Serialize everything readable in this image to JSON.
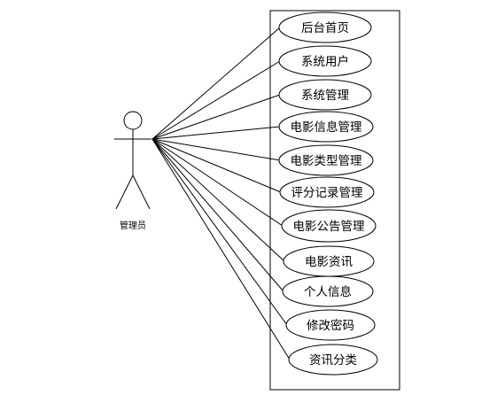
{
  "actor": {
    "label": "管理员"
  },
  "use_cases": [
    {
      "id": "uc-home",
      "label": "后台首页"
    },
    {
      "id": "uc-sys-users",
      "label": "系统用户"
    },
    {
      "id": "uc-sys-manage",
      "label": "系统管理"
    },
    {
      "id": "uc-movie-info",
      "label": "电影信息管理"
    },
    {
      "id": "uc-movie-type",
      "label": "电影类型管理"
    },
    {
      "id": "uc-rating-records",
      "label": "评分记录管理"
    },
    {
      "id": "uc-movie-notice",
      "label": "电影公告管理"
    },
    {
      "id": "uc-movie-news",
      "label": "电影资讯"
    },
    {
      "id": "uc-personal-info",
      "label": "个人信息"
    },
    {
      "id": "uc-change-password",
      "label": "修改密码"
    },
    {
      "id": "uc-news-category",
      "label": "资讯分类"
    }
  ]
}
